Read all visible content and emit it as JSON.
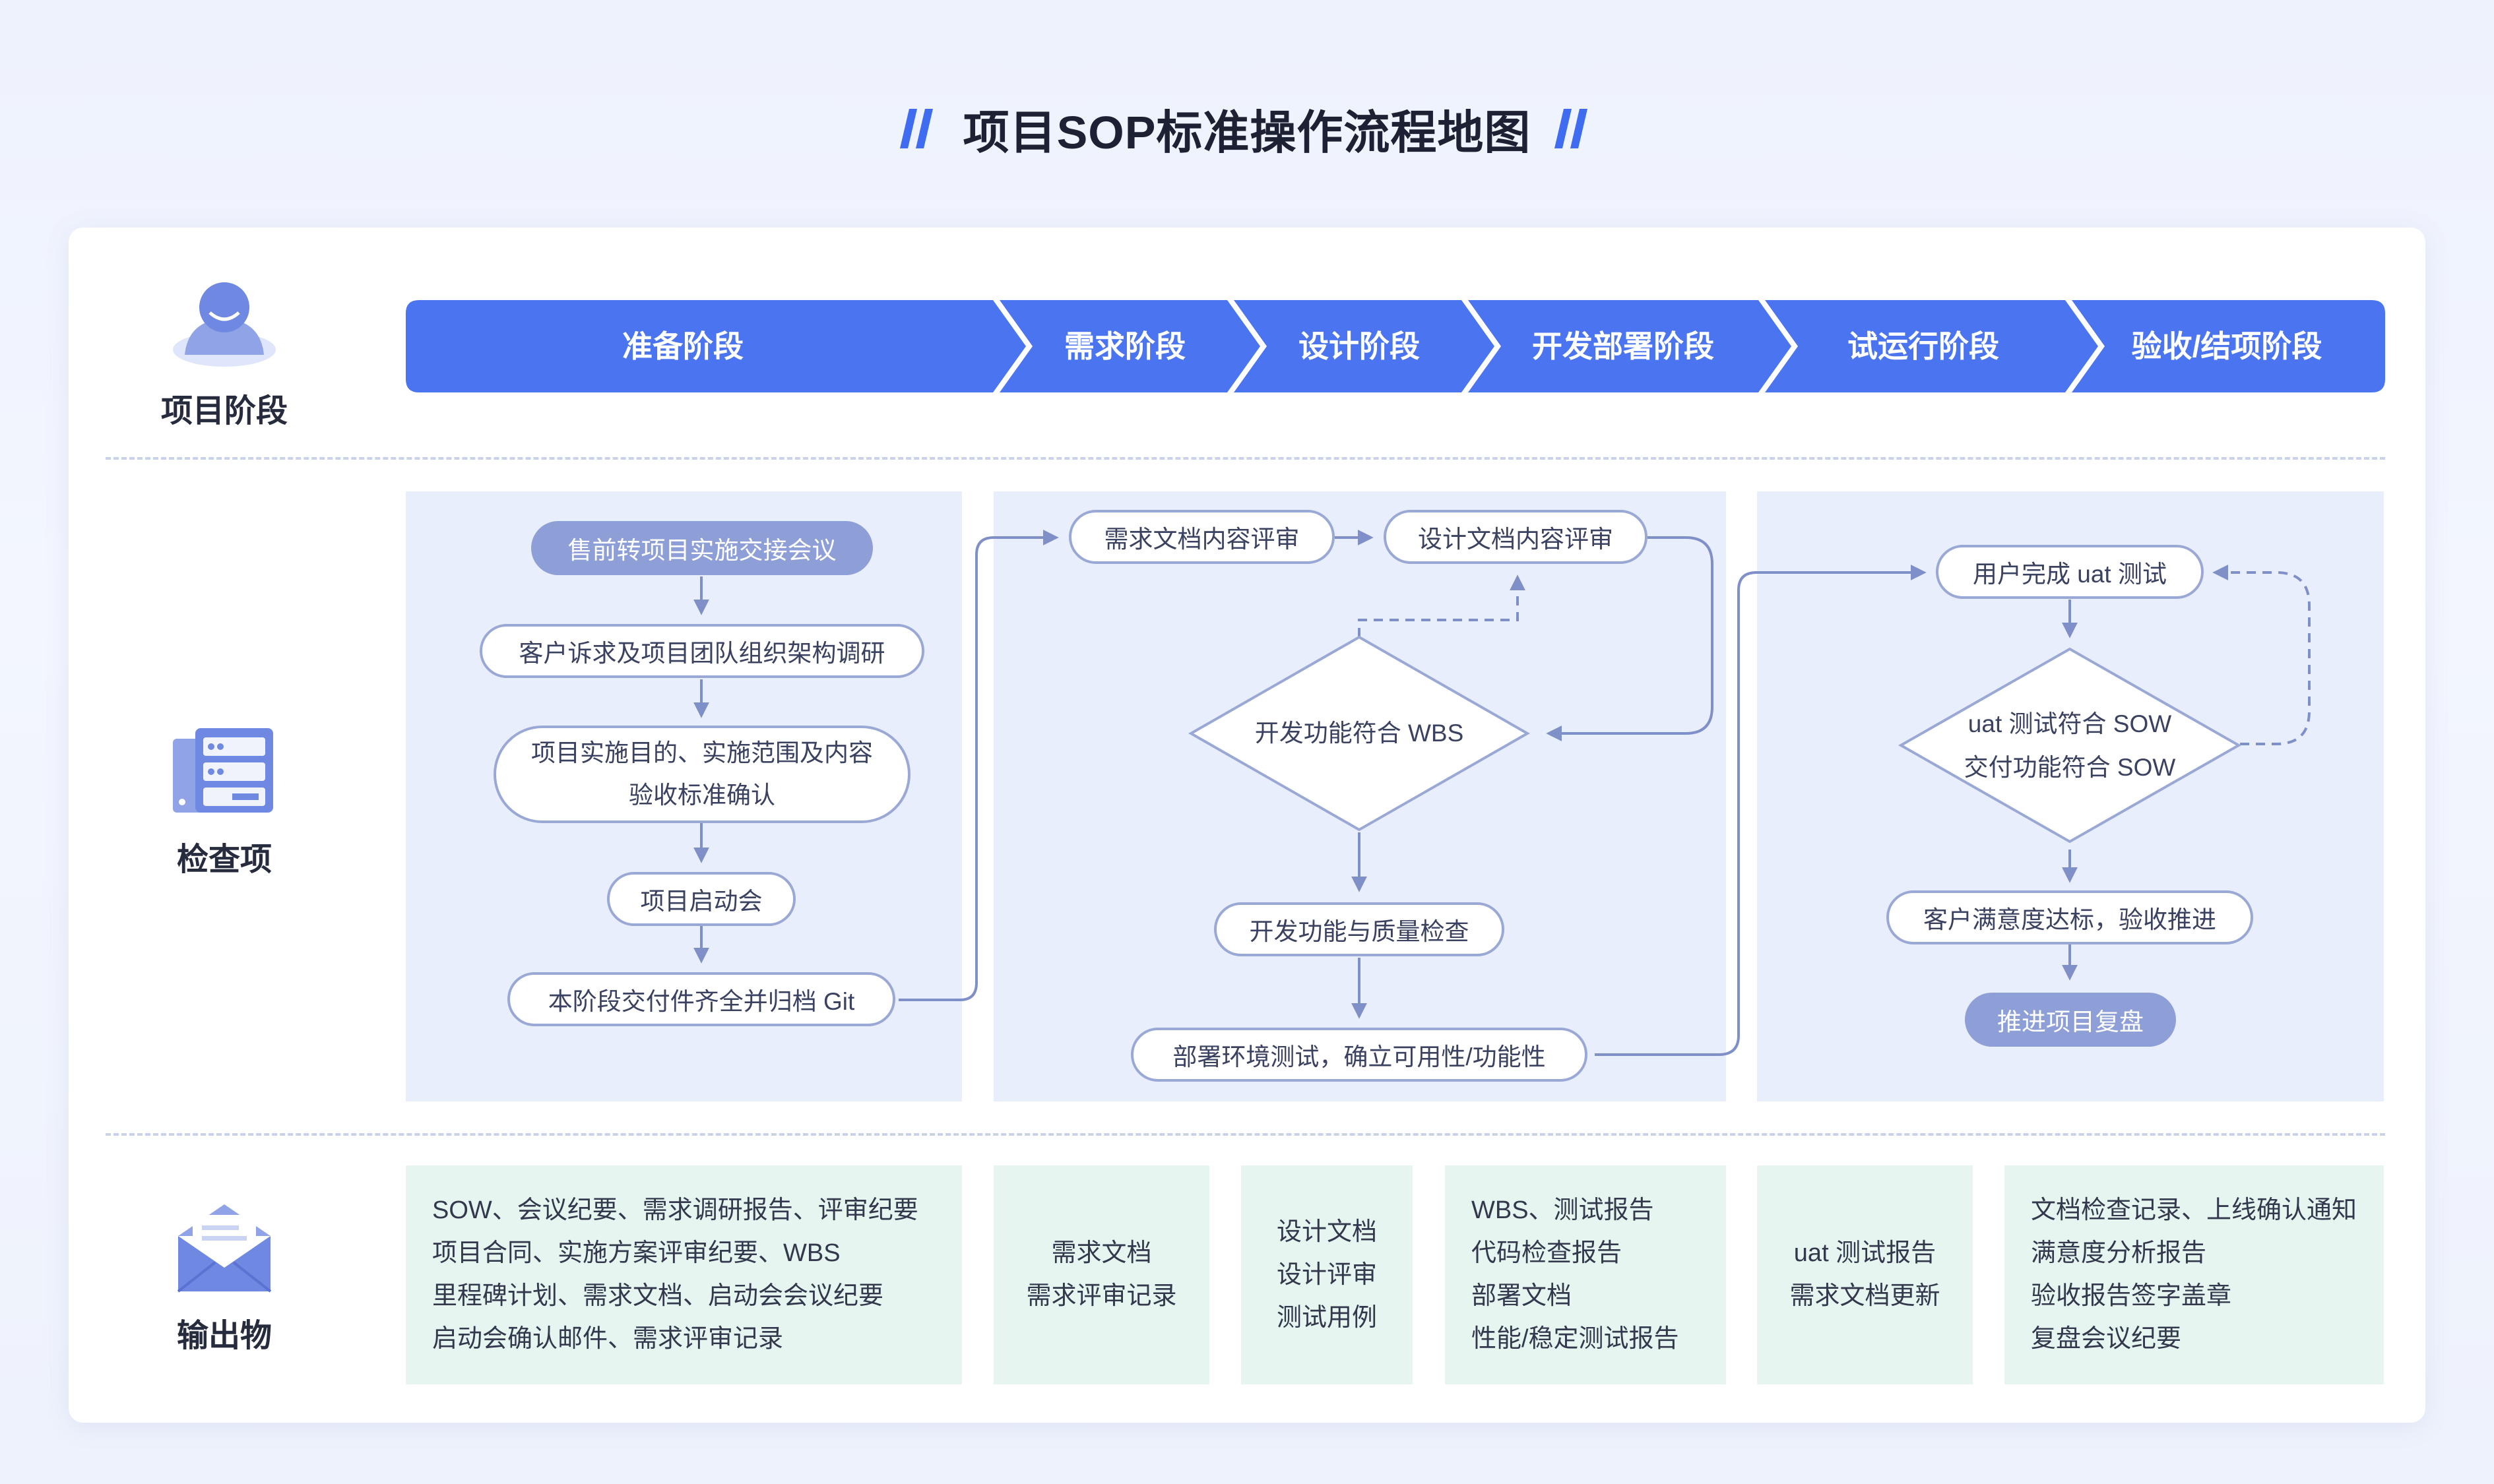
{
  "title": "项目SOP标准操作流程地图",
  "rows": {
    "stages_label": "项目阶段",
    "checks_label": "检查项",
    "outputs_label": "输出物"
  },
  "stages": [
    "准备阶段",
    "需求阶段",
    "设计阶段",
    "开发部署阶段",
    "试运行阶段",
    "验收/结项阶段"
  ],
  "flow": {
    "prep": {
      "n1": "售前转项目实施交接会议",
      "n2": "客户诉求及项目团队组织架构调研",
      "n3_line1": "项目实施目的、实施范围及内容",
      "n3_line2": "验收标准确认",
      "n4": "项目启动会",
      "n5": "本阶段交付件齐全并归档 Git"
    },
    "dev": {
      "n1": "需求文档内容评审",
      "n2": "设计文档内容评审",
      "d1": "开发功能符合 WBS",
      "n3": "开发功能与质量检查",
      "n4": "部署环境测试，确立可用性/功能性"
    },
    "accept": {
      "n1": "用户完成 uat 测试",
      "d1_line1": "uat 测试符合 SOW",
      "d1_line2": "交付功能符合 SOW",
      "n2": "客户满意度达标，验收推进",
      "n3": "推进项目复盘"
    }
  },
  "outputs": [
    [
      "SOW、会议纪要、需求调研报告、评审纪要",
      "项目合同、实施方案评审纪要、WBS",
      "里程碑计划、需求文档、启动会会议纪要",
      "启动会确认邮件、需求评审记录"
    ],
    [
      "需求文档",
      "需求评审记录"
    ],
    [
      "设计文档",
      "设计评审",
      "测试用例"
    ],
    [
      "WBS、测试报告",
      "代码检查报告",
      "部署文档",
      "性能/稳定测试报告"
    ],
    [
      "uat 测试报告",
      "需求文档更新"
    ],
    [
      "文档检查记录、上线确认通知",
      "满意度分析报告",
      "验收报告签字盖章",
      "复盘会议纪要"
    ]
  ],
  "colors": {
    "stage_blue": "#4a74f0",
    "node_border": "#9aa8d6",
    "section_bg": "#e9eefc",
    "output_bg": "#e6f5ef",
    "filled_node": "#8e9fd8"
  },
  "icons": [
    "user-icon",
    "server-icon",
    "mail-icon",
    "double-slash-icon"
  ]
}
